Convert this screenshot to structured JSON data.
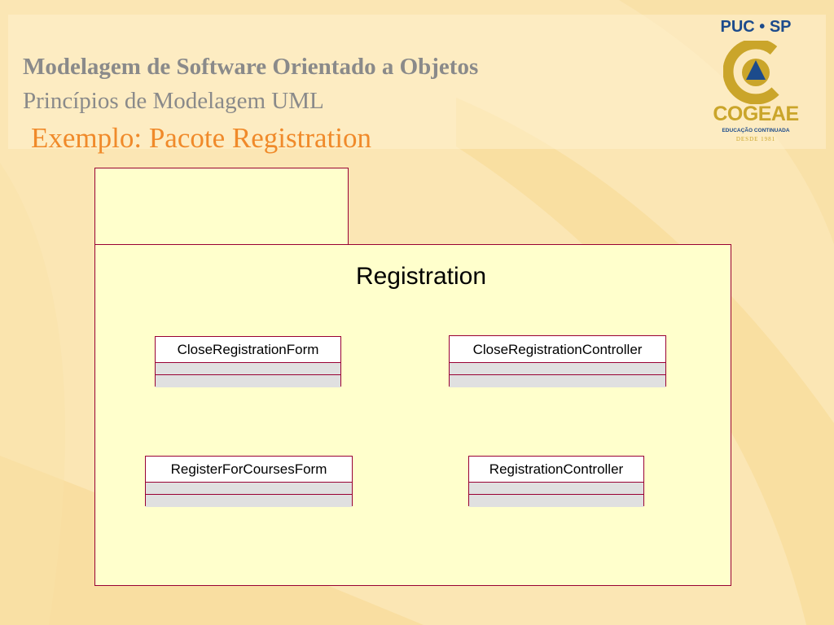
{
  "slide": {
    "title": "Modelagem de Software Orientado a Objetos",
    "subtitle": "Princípios de Modelagem UML",
    "heading": "Exemplo: Pacote Registration"
  },
  "logo": {
    "top_text": "PUC • SP",
    "name": "COGEAE",
    "tagline": "EDUCAÇÃO CONTINUADA",
    "since": "DESDE 1981"
  },
  "colors": {
    "background": "#fbe6b4",
    "package_fill": "#ffffcc",
    "package_border": "#990033",
    "heading_orange": "#f08a2a",
    "title_gray": "#8a8a8a",
    "logo_blue": "#1c4b8c",
    "logo_gold": "#caa52a"
  },
  "package": {
    "name": "Registration",
    "classes": [
      {
        "name": "CloseRegistrationForm"
      },
      {
        "name": "CloseRegistrationController"
      },
      {
        "name": "RegisterForCoursesForm"
      },
      {
        "name": "RegistrationController"
      }
    ]
  }
}
